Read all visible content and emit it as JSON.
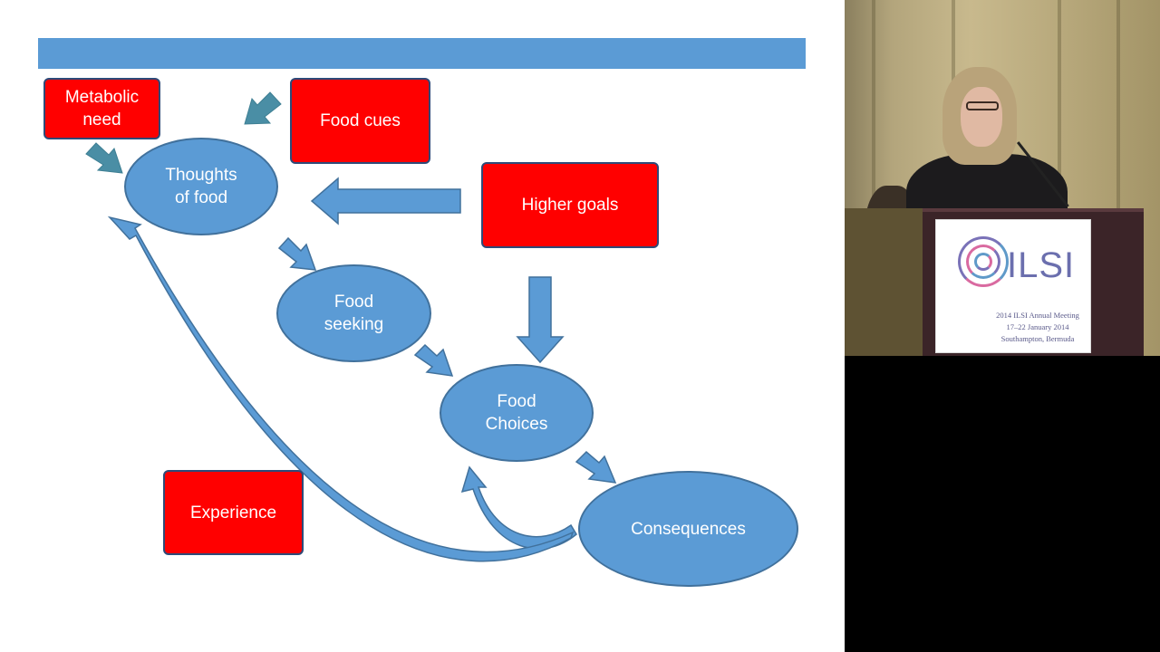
{
  "slide": {
    "title_bar_color": "#5b9bd5",
    "box_color": "#ff0000",
    "node_color": "#5b9bd5",
    "boxes": {
      "metabolic_need": "Metabolic\nneed",
      "food_cues": "Food cues",
      "higher_goals": "Higher goals",
      "experience": "Experience"
    },
    "nodes": {
      "thoughts_of_food": "Thoughts\nof food",
      "food_seeking": "Food\nseeking",
      "food_choices": "Food\nChoices",
      "consequences": "Consequences"
    }
  },
  "video": {
    "sign": {
      "logo_text": "ILSI",
      "line1": "2014 ILSI Annual Meeting",
      "line2": "17–22 January 2014",
      "line3": "Southampton, Bermuda"
    }
  }
}
